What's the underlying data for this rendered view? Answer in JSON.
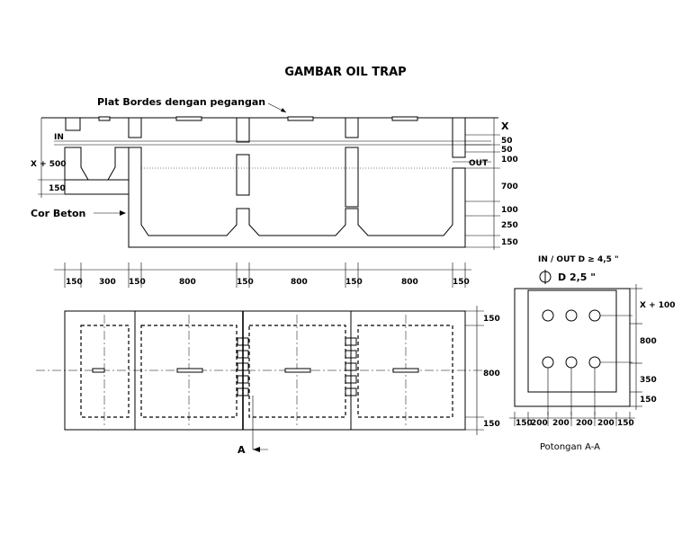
{
  "title": "GAMBAR OIL TRAP",
  "labels": {
    "plat_bordes": "Plat Bordes dengan pegangan",
    "cor_beton": "Cor Beton",
    "in": "IN",
    "out": "OUT",
    "x_plus_500": "X + 500",
    "left_150": "150",
    "section_ref": "A",
    "pipe_spec": "IN / OUT D ≥ 4,5 \"",
    "pipe_d": "D 2,5 \"",
    "section_caption": "Potongan A-A"
  },
  "right_dims": [
    "X",
    "50",
    "50",
    "100",
    "700",
    "100",
    "250",
    "150"
  ],
  "bottom_dims": [
    "150",
    "300",
    "150",
    "800",
    "150",
    "800",
    "150",
    "800",
    "150"
  ],
  "plan_right_dims": [
    "150",
    "800",
    "150"
  ],
  "section_right_dims": [
    "X + 100",
    "800",
    "350",
    "150"
  ],
  "section_bottom_dims": [
    "150",
    "200",
    "200",
    "200",
    "200",
    "150"
  ],
  "colors": {
    "line": "#000000",
    "background": "#ffffff"
  }
}
